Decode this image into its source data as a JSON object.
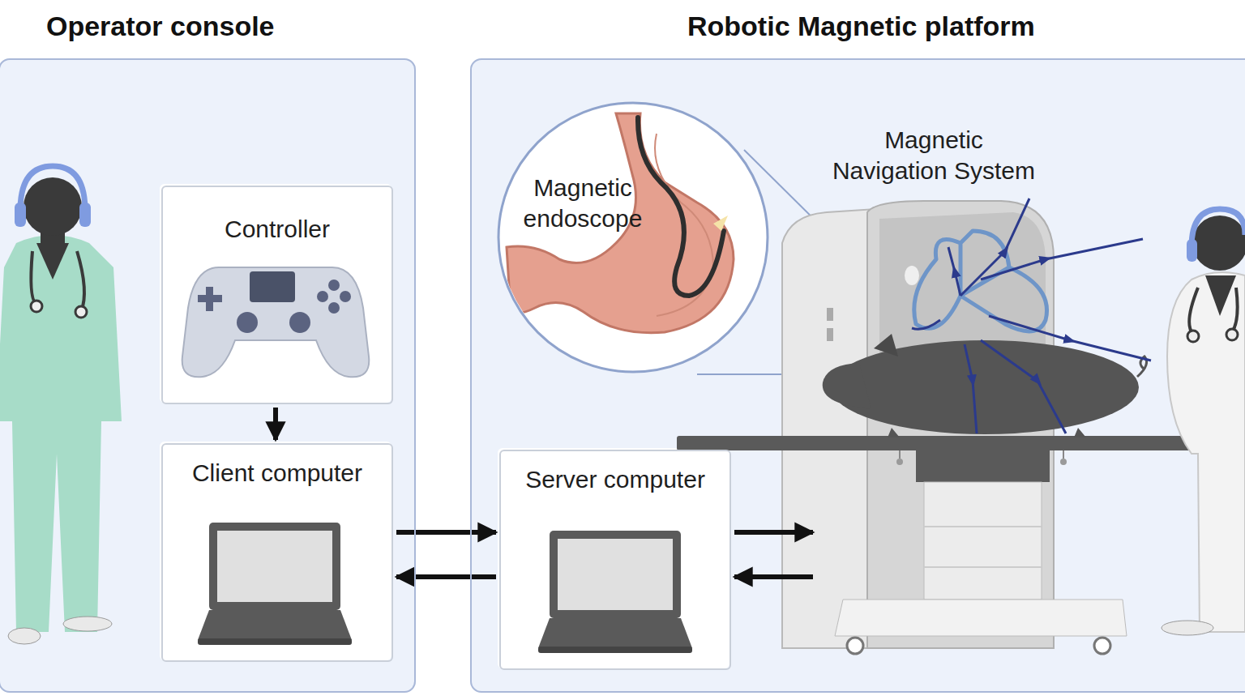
{
  "diagram": {
    "nodes": [
      {
        "text": [
          "Operator console"
        ]
      },
      {
        "text": [
          "Controller"
        ],
        "in": 0
      },
      {
        "text": [
          "Client computer"
        ],
        "in": 0
      },
      {
        "text": [
          "Robotic Magnetic platform"
        ]
      },
      {
        "text": [
          "Magnetic endoscope"
        ],
        "in": 3
      },
      {
        "text": [
          "Server computer"
        ],
        "in": 3
      },
      {
        "text": [
          "Magnetic Navigation System"
        ],
        "in": 3
      }
    ],
    "edges": [
      {
        "from": 1,
        "to": 2,
        "arrow": "to"
      },
      {
        "from": 2,
        "to": 5,
        "arrow": "to"
      },
      {
        "from": 5,
        "to": 2,
        "arrow": "to"
      },
      {
        "from": 5,
        "to": 6,
        "arrow": "to"
      },
      {
        "from": 6,
        "to": 5,
        "arrow": "to"
      }
    ]
  }
}
